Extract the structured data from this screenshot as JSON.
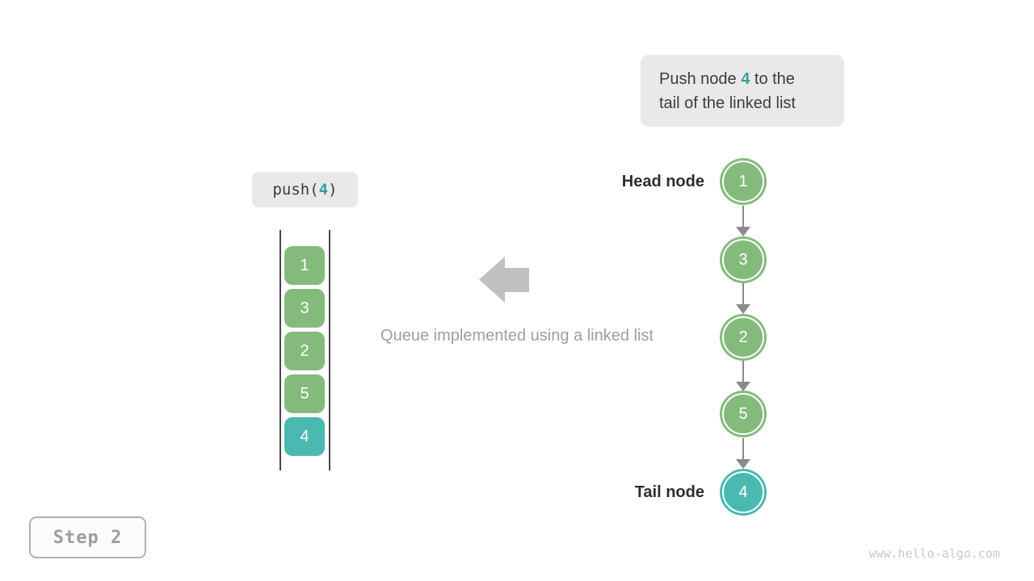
{
  "colors": {
    "node_green": "#85ba7d",
    "node_teal": "#4ab9b1",
    "highlight_text": "#3ba099",
    "arrow_gray": "#8b8b8b",
    "block_arrow_gray": "#c0c0c0",
    "box_bg": "#e9e9e9"
  },
  "callout": {
    "line1_prefix": "Push node ",
    "line1_highlight": "4",
    "line1_suffix": " to the",
    "line2": "tail of the linked list"
  },
  "code_box": {
    "prefix": "push(",
    "highlight": "4",
    "suffix": ")"
  },
  "queue": {
    "items": [
      {
        "value": "1",
        "highlighted": false
      },
      {
        "value": "3",
        "highlighted": false
      },
      {
        "value": "2",
        "highlighted": false
      },
      {
        "value": "5",
        "highlighted": false
      },
      {
        "value": "4",
        "highlighted": true
      }
    ]
  },
  "caption": "Queue implemented using a linked list",
  "linked_list": {
    "head_label": "Head node",
    "tail_label": "Tail node",
    "nodes": [
      {
        "value": "1",
        "highlighted": false
      },
      {
        "value": "3",
        "highlighted": false
      },
      {
        "value": "2",
        "highlighted": false
      },
      {
        "value": "5",
        "highlighted": false
      },
      {
        "value": "4",
        "highlighted": true
      }
    ]
  },
  "step": {
    "label": "Step 2"
  },
  "watermark": "www.hello-algo.com"
}
